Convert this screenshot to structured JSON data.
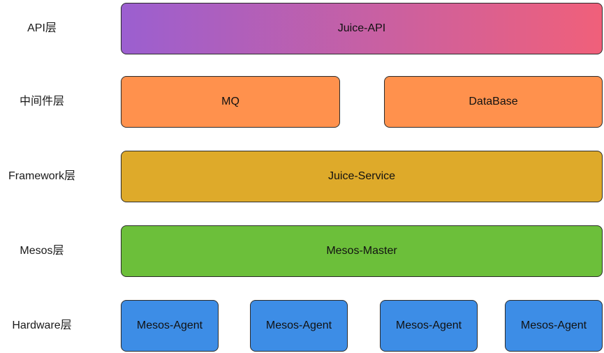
{
  "layers": {
    "api": "API层",
    "middleware": "中间件层",
    "framework": "Framework层",
    "mesos": "Mesos层",
    "hardware": "Hardware层"
  },
  "boxes": {
    "juice_api": "Juice-API",
    "mq": "MQ",
    "database": "DataBase",
    "juice_service": "Juice-Service",
    "mesos_master": "Mesos-Master",
    "agents": [
      "Mesos-Agent",
      "Mesos-Agent",
      "Mesos-Agent",
      "Mesos-Agent"
    ]
  },
  "colors": {
    "api_gradient_start": "#9b5fd0",
    "api_gradient_end": "#f0607a",
    "middleware": "#ff914d",
    "framework": "#deaa2a",
    "mesos": "#6cbf3a",
    "hardware": "#3d8de6"
  }
}
